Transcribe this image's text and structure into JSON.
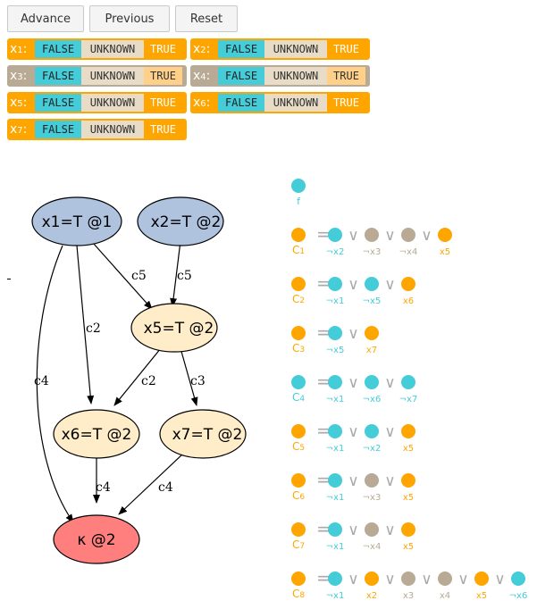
{
  "buttons": {
    "advance": "Advance",
    "previous": "Previous",
    "reset": "Reset"
  },
  "assignment_values": [
    "FALSE",
    "UNKNOWN",
    "TRUE"
  ],
  "variables": [
    {
      "name": "x",
      "sub": "1",
      "value": "TRUE",
      "bg": "#ffa500"
    },
    {
      "name": "x",
      "sub": "2",
      "value": "TRUE",
      "bg": "#ffa500"
    },
    {
      "name": "x",
      "sub": "3",
      "value": "UNKNOWN",
      "bg": "#b8aa94"
    },
    {
      "name": "x",
      "sub": "4",
      "value": "UNKNOWN",
      "bg": "#b8aa94"
    },
    {
      "name": "x",
      "sub": "5",
      "value": "TRUE",
      "bg": "#ffa500"
    },
    {
      "name": "x",
      "sub": "6",
      "value": "TRUE",
      "bg": "#ffa500"
    },
    {
      "name": "x",
      "sub": "7",
      "value": "TRUE",
      "bg": "#ffa500"
    }
  ],
  "colors": {
    "false_bg": "#44ccd9",
    "unknown_bg": "#e8dcc6",
    "true_bg": "#ffa500",
    "true_dim": "#ffd08a",
    "false_dot": "#44ccd9",
    "true_dot": "#ffa500",
    "unknown_dot": "#b8aa94",
    "decision_node": "#afc3de",
    "implied_node": "#ffecc8",
    "conflict_node": "#ff7f7f"
  },
  "graph": {
    "nodes": {
      "x1": "x1=T @1",
      "x2": "x2=T @2",
      "x5": "x5=T @2",
      "x6": "x6=T @2",
      "x7": "x7=T @2",
      "k": "κ @2"
    },
    "edges": {
      "x2_x5": "c5",
      "x1_x5": "c5",
      "x1_x6": "c2",
      "x5_x6": "c2",
      "x5_x7": "c3",
      "x1_k": "c4",
      "x6_k": "c4",
      "x7_k": "c4"
    }
  },
  "formula": {
    "name": "f",
    "clauses": [
      {
        "name": "C",
        "sub": "1",
        "state": "true",
        "literals": [
          {
            "label": "¬x2",
            "state": "false"
          },
          {
            "label": "¬x3",
            "state": "unknown"
          },
          {
            "label": "¬x4",
            "state": "unknown"
          },
          {
            "label": "x5",
            "state": "true"
          }
        ]
      },
      {
        "name": "C",
        "sub": "2",
        "state": "true",
        "literals": [
          {
            "label": "¬x1",
            "state": "false"
          },
          {
            "label": "¬x5",
            "state": "false"
          },
          {
            "label": "x6",
            "state": "true"
          }
        ]
      },
      {
        "name": "C",
        "sub": "3",
        "state": "true",
        "literals": [
          {
            "label": "¬x5",
            "state": "false"
          },
          {
            "label": "x7",
            "state": "true"
          }
        ]
      },
      {
        "name": "C",
        "sub": "4",
        "state": "false",
        "literals": [
          {
            "label": "¬x1",
            "state": "false"
          },
          {
            "label": "¬x6",
            "state": "false"
          },
          {
            "label": "¬x7",
            "state": "false"
          }
        ]
      },
      {
        "name": "C",
        "sub": "5",
        "state": "true",
        "literals": [
          {
            "label": "¬x1",
            "state": "false"
          },
          {
            "label": "¬x2",
            "state": "false"
          },
          {
            "label": "x5",
            "state": "true"
          }
        ]
      },
      {
        "name": "C",
        "sub": "6",
        "state": "true",
        "literals": [
          {
            "label": "¬x1",
            "state": "false"
          },
          {
            "label": "¬x3",
            "state": "unknown"
          },
          {
            "label": "x5",
            "state": "true"
          }
        ]
      },
      {
        "name": "C",
        "sub": "7",
        "state": "true",
        "literals": [
          {
            "label": "¬x1",
            "state": "false"
          },
          {
            "label": "¬x4",
            "state": "unknown"
          },
          {
            "label": "x5",
            "state": "true"
          }
        ]
      },
      {
        "name": "C",
        "sub": "8",
        "state": "true",
        "literals": [
          {
            "label": "¬x1",
            "state": "false"
          },
          {
            "label": "x2",
            "state": "true"
          },
          {
            "label": "x3",
            "state": "unknown"
          },
          {
            "label": "x4",
            "state": "unknown"
          },
          {
            "label": "x5",
            "state": "true"
          },
          {
            "label": "¬x6",
            "state": "false"
          }
        ]
      }
    ]
  }
}
